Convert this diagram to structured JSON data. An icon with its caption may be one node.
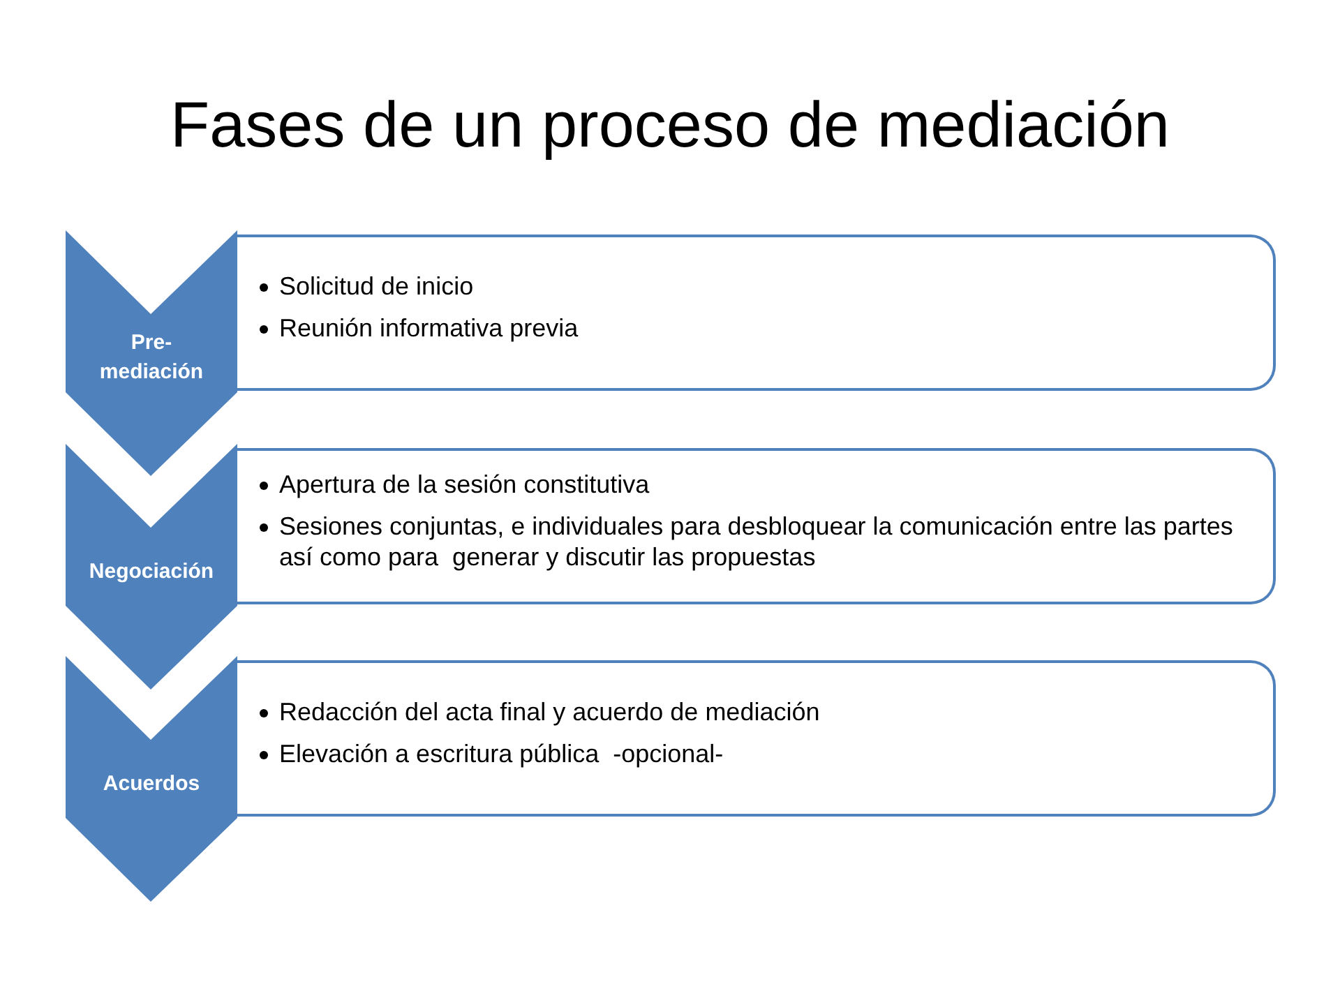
{
  "diagram": {
    "title": "Fases de un proceso de mediación",
    "nodes": [
      {
        "text": [
          "Pre- mediación"
        ]
      },
      {
        "text": [
          "Solicitud de inicio",
          "Reunión informativa previa"
        ]
      },
      {
        "text": [
          "Negociación"
        ]
      },
      {
        "text": [
          "Apertura de la sesión constitutiva",
          "Sesiones conjuntas, e individuales para desbloquear la comunicación entre las partes así como para  generar y discutir las propuestas"
        ]
      },
      {
        "text": [
          "Acuerdos"
        ]
      },
      {
        "text": [
          "Redacción del acta final y acuerdo de mediación",
          "Elevación a escritura pública  -opcional-"
        ]
      }
    ]
  }
}
